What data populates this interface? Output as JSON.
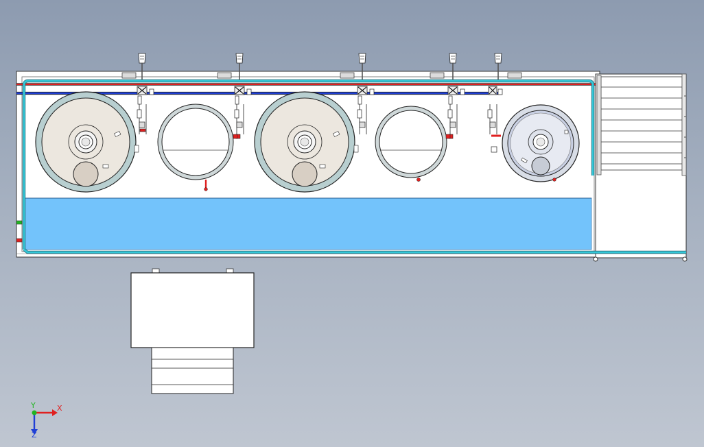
{
  "viewport": {
    "name": "cad-top-view"
  },
  "colors": {
    "background_top": "#8d9bb0",
    "background_bottom": "#bfc6d1",
    "hot_pipe": "#e02020",
    "cold_pipe": "#1f3fd6",
    "glycol_pipe": "#34c8d8",
    "water_area": "#73c3fb",
    "tank_fill": "#ece7df",
    "outline": "#2a2a2a"
  },
  "tanks": [
    {
      "id": "fermenter-1",
      "kind": "conical-fermenter"
    },
    {
      "id": "bright-tank-1",
      "kind": "open-ring"
    },
    {
      "id": "fermenter-2",
      "kind": "conical-fermenter"
    },
    {
      "id": "bright-tank-2",
      "kind": "open-ring"
    },
    {
      "id": "brite-small",
      "kind": "small-vessel"
    }
  ],
  "valves": [
    "valve-1",
    "valve-2",
    "valve-3",
    "valve-4",
    "valve-5"
  ],
  "triad": {
    "x_label": "X",
    "y_label": "Y",
    "z_label": "Z",
    "x_color": "#e02020",
    "y_color": "#22b522",
    "z_color": "#1f3fd6"
  }
}
